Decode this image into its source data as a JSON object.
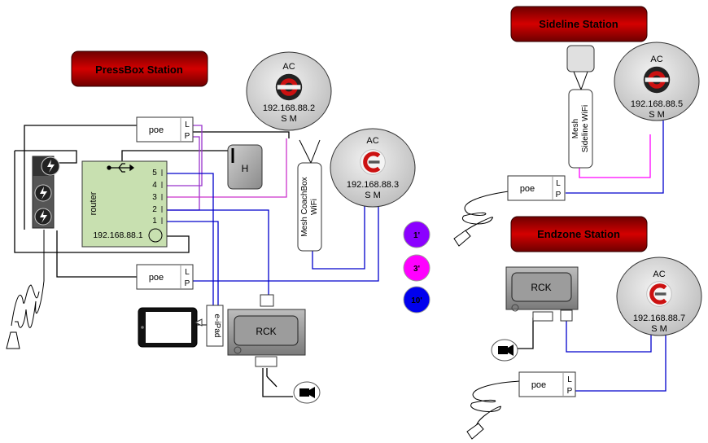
{
  "stations": {
    "pressbox": "PressBox Station",
    "sideline": "Sideline Station",
    "endzone": "Endzone Station"
  },
  "access_points": [
    {
      "id": "ap-pressbox-sm",
      "label": "AC",
      "ip": "192.168.88.2",
      "ports": "S M"
    },
    {
      "id": "ap-pressbox-c",
      "label": "AC",
      "ip": "192.168.88.3",
      "ports": "S M"
    },
    {
      "id": "ap-sideline",
      "label": "AC",
      "ip": "192.168.88.5",
      "ports": "S M"
    },
    {
      "id": "ap-endzone",
      "label": "AC",
      "ip": "192.168.88.7",
      "ports": "S M"
    }
  ],
  "poe": {
    "label": "poe",
    "port_l": "L",
    "port_p": "P"
  },
  "router": {
    "label": "router",
    "ip": "192.168.88.1",
    "ports": [
      "5",
      "4",
      "3",
      "2",
      "1"
    ]
  },
  "hub": {
    "label": "H"
  },
  "mesh_coachbox": {
    "line1": "Mesh CoachBox",
    "line2": "WiFi"
  },
  "mesh_sideline": {
    "line1": "Mesh",
    "line2": "Sideline  WiFi"
  },
  "rck": {
    "label": "RCK"
  },
  "ipad": {
    "label": "e-iPad"
  },
  "legend": [
    {
      "label": "1'",
      "color": "#8b00ff"
    },
    {
      "label": "3'",
      "color": "#ff00ff"
    },
    {
      "label": "10'",
      "color": "#0000ee"
    }
  ],
  "colors": {
    "title_dark": "#8b0000",
    "title_light": "#cc0000",
    "router_green": "#c8e0b0",
    "wire_black": "#000000",
    "wire_purple": "#9933cc",
    "wire_magenta": "#ff00ff",
    "wire_blue": "#0000cc"
  }
}
